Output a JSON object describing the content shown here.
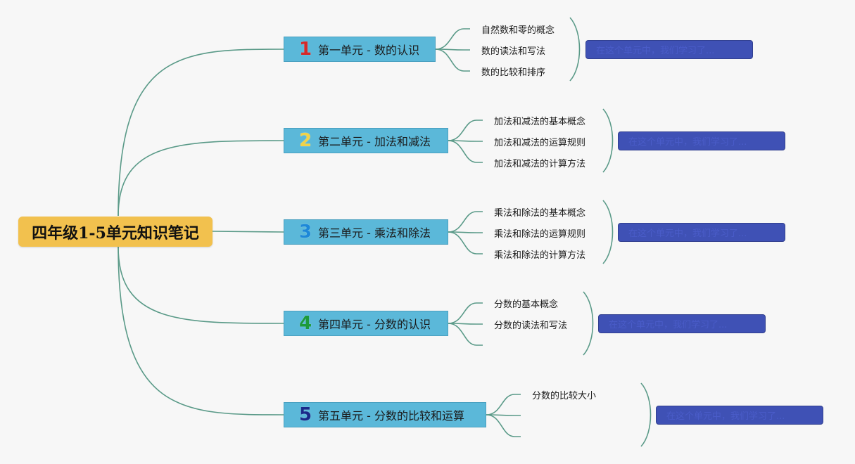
{
  "root": {
    "title": "四年级1-5单元知识笔记"
  },
  "colors": {
    "connector": "#5a9a88",
    "root_bg": "#f2c14e",
    "unit_bg": "#5bb8d9",
    "note_bg": "#3f51b5"
  },
  "units": [
    {
      "number": "1",
      "number_color": "#d42a2a",
      "title": "第一单元 - 数的认识",
      "topics": [
        "自然数和零的概念",
        "数的读法和写法",
        "数的比较和排序"
      ],
      "note": "在这个单元中，我们学习了..."
    },
    {
      "number": "2",
      "number_color": "#f0d24a",
      "title": "第二单元 - 加法和减法",
      "topics": [
        "加法和减法的基本概念",
        "加法和减法的运算规则",
        "加法和减法的计算方法"
      ],
      "note": "在这个单元中，我们学习了..."
    },
    {
      "number": "3",
      "number_color": "#1e88d8",
      "title": "第三单元 - 乘法和除法",
      "topics": [
        "乘法和除法的基本概念",
        "乘法和除法的运算规则",
        "乘法和除法的计算方法"
      ],
      "note": "在这个单元中，我们学习了..."
    },
    {
      "number": "4",
      "number_color": "#1d9a3a",
      "title": "第四单元 - 分数的认识",
      "topics": [
        "分数的基本概念",
        "分数的读法和写法"
      ],
      "note": "在这个单元中，我们学习了..."
    },
    {
      "number": "5",
      "number_color": "#1a2a8a",
      "title": "第五单元 - 分数的比较和运算",
      "topics": [
        "分数的比较大小"
      ],
      "note": "在这个单元中，我们学习了..."
    }
  ]
}
